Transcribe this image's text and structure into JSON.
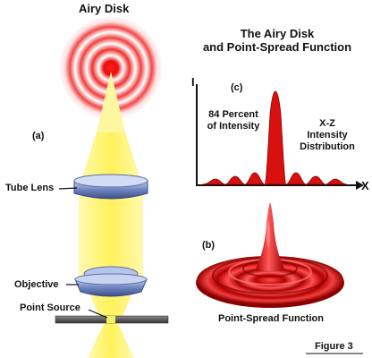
{
  "airy_disk_label": "Airy Disk",
  "title_line1": "The Airy Disk",
  "title_line2": "and Point-Spread Function",
  "panel_a_label": "(a)",
  "panel_b_label": "(b)",
  "panel_c_label": "(c)",
  "tube_lens_label": "Tube Lens",
  "objective_label": "Objective",
  "point_source_label": "Point Source",
  "percent_line1": "84 Percent",
  "percent_line2": "of Intensity",
  "xz_line1": "X-Z",
  "xz_line2": "Intensity",
  "xz_line3": "Distribution",
  "axis_y_label": "I",
  "axis_x_label": "X",
  "psf_label": "Point-Spread Function",
  "figure_label": "Figure 3",
  "colors": {
    "airy_red": "#e01515",
    "beam_yellow": "#fff36a",
    "lens_blue": "#7a8fc8",
    "profile_red": "#d81010",
    "slide_gray": "#555555"
  }
}
